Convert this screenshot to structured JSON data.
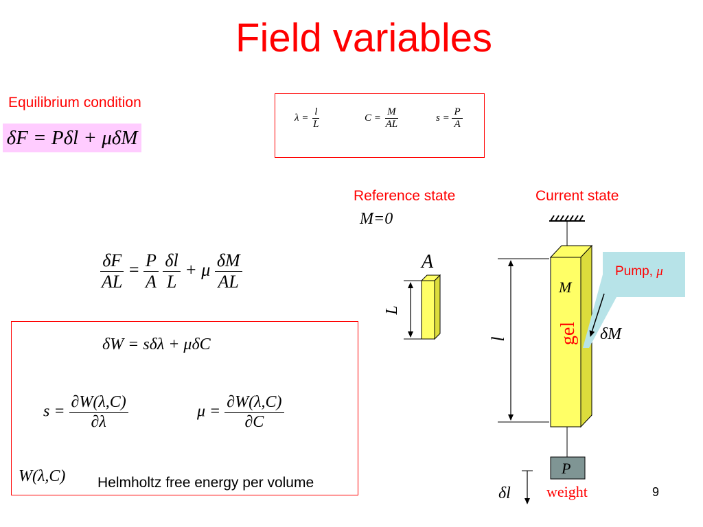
{
  "slide": {
    "title": "Field variables",
    "page_number": "9"
  },
  "equilibrium": {
    "label": "Equilibrium condition",
    "equation": "δF = Pδl + μδM"
  },
  "definitions": {
    "stretch": {
      "lhs": "λ =",
      "num": "l",
      "den": "L"
    },
    "concentration": {
      "lhs": "C =",
      "num": "M",
      "den": "AL"
    },
    "stress": {
      "lhs": "s =",
      "num": "P",
      "den": "A"
    }
  },
  "normalized_equation": {
    "t1_num": "δF",
    "t1_den": "AL",
    "eq": "=",
    "t2_num": "P",
    "t2_den": "A",
    "t3_num": "δl",
    "t3_den": "L",
    "plus": "+ μ",
    "t4_num": "δM",
    "t4_den": "AL"
  },
  "free_energy": {
    "equation": "δW = sδλ + μδC",
    "s_lhs": "s =",
    "s_num": "∂W(λ,C)",
    "s_den": "∂λ",
    "mu_lhs": "μ =",
    "mu_num": "∂W(λ,C)",
    "mu_den": "∂C",
    "w_symbol": "W(λ,C)",
    "description": "Helmholtz free energy per volume"
  },
  "figure": {
    "reference_label": "Reference state",
    "current_label": "Current state",
    "m_zero": "M=0",
    "area_label": "A",
    "ref_length": "L",
    "cur_length": "l",
    "gel_label": "gel",
    "m_label": "M",
    "dm_label": "δM",
    "pump_text": "Pump, ",
    "pump_mu": "μ",
    "p_label": "P",
    "dl_label": "δl",
    "weight_label": "weight",
    "colors": {
      "accent": "#ff0000",
      "gel": "#ffff66",
      "pump": "#b7e3e8",
      "weight_block": "#7f9594"
    }
  }
}
